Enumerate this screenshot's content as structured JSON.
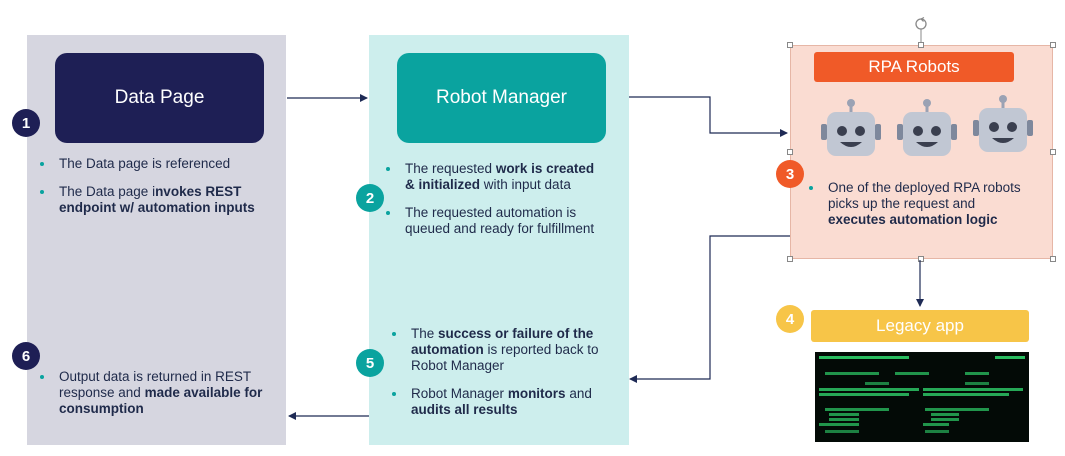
{
  "data_page": {
    "title": "Data Page",
    "badge_top": "1",
    "badge_bottom": "6",
    "bullets": [
      {
        "parts": [
          "The Data page is referenced"
        ]
      },
      {
        "parts": [
          "The Data page i",
          "nvokes REST endpoint w/ automation inputs"
        ]
      }
    ],
    "bottom_bullet": [
      "Output data is returned in REST response and ",
      "made available for consumption"
    ]
  },
  "robot_manager": {
    "title": "Robot Manager",
    "badge_top": "2",
    "badge_bottom": "5",
    "bullets_top": [
      [
        "The requested ",
        "work is created & initialized",
        " with input data"
      ],
      [
        "The requested automation is queued and ready for fulfillment"
      ]
    ],
    "bullets_bottom": [
      [
        "The ",
        "success or failure of the automation",
        " is reported back to Robot Manager"
      ],
      [
        "Robot Manager ",
        "monitors",
        " and ",
        "audits all results"
      ]
    ]
  },
  "rpa_robots": {
    "title": "RPA Robots",
    "badge": "3",
    "robot_icons": [
      "robot-icon",
      "robot-icon",
      "robot-icon"
    ],
    "bullet": [
      "One of the deployed RPA robots picks up the request and ",
      "executes automation logic"
    ]
  },
  "legacy": {
    "title": "Legacy app",
    "badge": "4"
  },
  "colors": {
    "navy": "#1e1f55",
    "teal": "#0aa39f",
    "orange": "#f05a28",
    "yellow": "#f7c548",
    "panel_gray": "#d6d6e0",
    "panel_teal": "#cdeeed",
    "panel_salmon": "#fadcd2"
  }
}
